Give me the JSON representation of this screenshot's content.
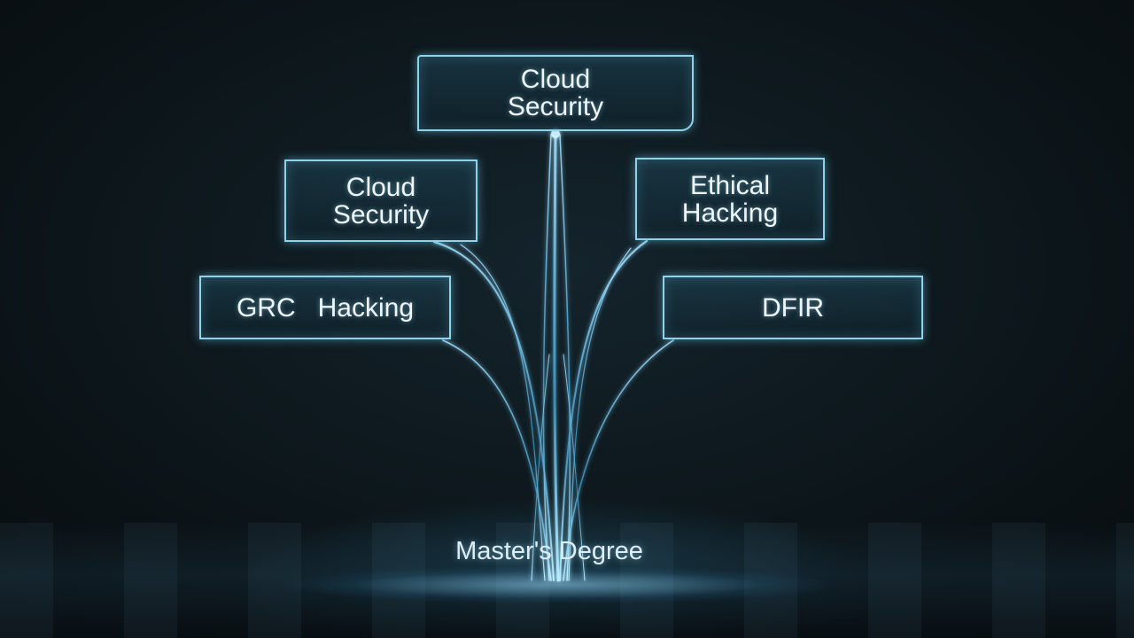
{
  "diagram": {
    "nodes": {
      "top": "Cloud\nSecurity",
      "upper_left": "Cloud\nSecurity",
      "upper_right": "Ethical\nHacking",
      "lower_left": "GRC   Hacking",
      "lower_right": "DFIR"
    },
    "root": "Master's Degree",
    "colors": {
      "accent": "#8fd3ea",
      "line": "#6cc8ee",
      "background": "#0c1418"
    }
  }
}
